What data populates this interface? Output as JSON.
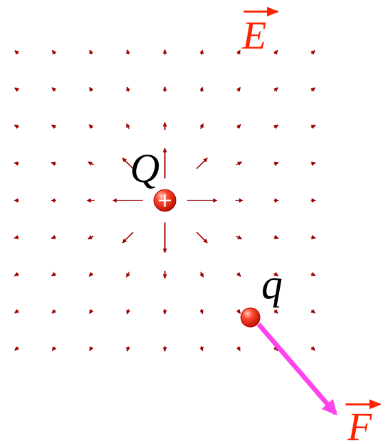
{
  "labels": {
    "field": "E",
    "source_charge": "Q",
    "test_charge": "q",
    "force": "F"
  },
  "colors": {
    "field_arrow": "#a00000",
    "vector_label": "#ff2200",
    "force_arrow": "#ff44ee",
    "text": "#000000",
    "charge_fill": "#ff2a1a"
  },
  "field": {
    "grid": [
      -4,
      -3,
      -2,
      -1,
      0,
      1,
      2,
      3,
      4
    ],
    "source_sign": "positive"
  }
}
